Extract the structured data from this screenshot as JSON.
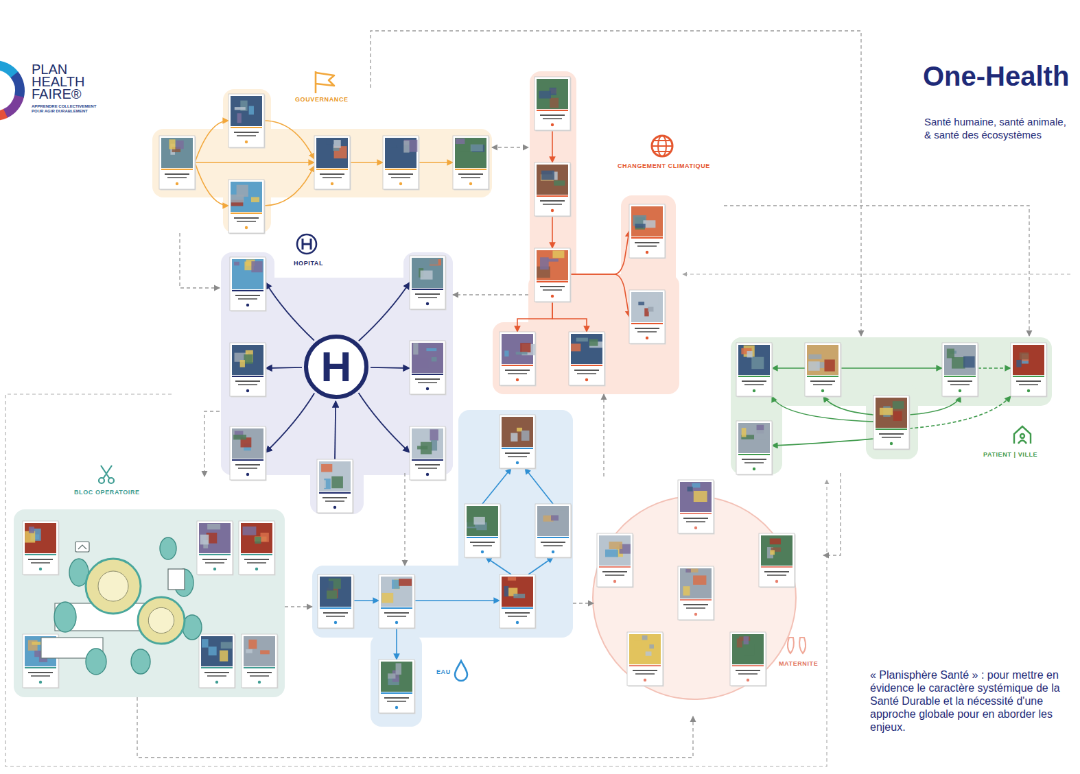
{
  "diagram": {
    "title": "One-Health",
    "caption": "« Planisphère Santé » : pour mettre en évidence le caractère systémique de la Santé Durable et la nécessité d'une approche globale pour en aborder les enjeux.",
    "nodes": [
      {
        "text": [
          "GOUVERNANCE"
        ]
      },
      {
        "text": [
          "CHANGEMENT CLIMATIQUE"
        ]
      },
      {
        "text": [
          "HOPITAL"
        ]
      },
      {
        "text": [
          "H"
        ],
        "in": 2
      },
      {
        "text": [
          "PATIENT | VILLE"
        ]
      },
      {
        "text": [
          "BLOC OPERATOIRE"
        ]
      },
      {
        "text": [
          "EAU"
        ]
      },
      {
        "text": [
          "MATERNITE"
        ]
      }
    ],
    "edges": [
      {
        "from": 0,
        "to": 2,
        "arrow": "to"
      },
      {
        "from": 0,
        "to": 1,
        "arrow": "both"
      },
      {
        "from": 1,
        "to": 4,
        "arrow": "to"
      },
      {
        "from": 1,
        "to": 2,
        "arrow": "to"
      },
      {
        "from": 2,
        "to": 5,
        "arrow": "to"
      },
      {
        "from": 2,
        "to": 6,
        "arrow": "to"
      },
      {
        "from": 5,
        "to": 6,
        "arrow": "to"
      },
      {
        "from": 6,
        "to": 7,
        "arrow": "to"
      },
      {
        "from": 7,
        "to": 1,
        "arrow": "to"
      },
      {
        "from": 4,
        "to": 7,
        "arrow": "to"
      },
      {
        "from": 0,
        "to": 4,
        "arrow": "to"
      },
      {
        "from": 5,
        "to": 7,
        "arrow": "to"
      }
    ],
    "labels": [
      "PLAN HEALTH FAIRE®",
      "APPRENDRE COLLECTIVEMENT POUR AGIR DURABLEMENT",
      "Santé humaine, santé animale, & santé des écosystèmes"
    ]
  }
}
